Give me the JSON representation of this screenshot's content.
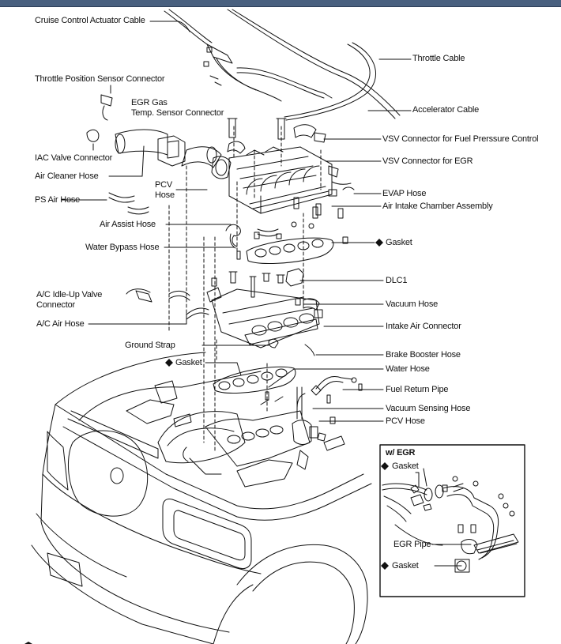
{
  "labels": {
    "cruise_cable": "Cruise Control Actuator Cable",
    "throttle_cable": "Throttle Cable",
    "tps_connector": "Throttle Position Sensor Connector",
    "egr_gas_line1": "EGR Gas",
    "egr_gas_line2": "Temp. Sensor Connector",
    "accel_cable": "Accelerator Cable",
    "iac_connector": "IAC Valve Connector",
    "vsv_fuel": "VSV Connector for Fuel Prerssure Control",
    "air_cleaner_hose": "Air Cleaner Hose",
    "vsv_egr": "VSV Connector for EGR",
    "pcv_hose_top_l1": "PCV",
    "pcv_hose_top_l2": "Hose",
    "evap_hose": "EVAP Hose",
    "ps_air_hose": "PS Air Hose",
    "air_intake_chamber": "Air Intake Chamber Assembly",
    "air_assist_hose": "Air Assist Hose",
    "gasket_upper": "Gasket",
    "water_bypass_hose": "Water Bypass Hose",
    "dlc1": "DLC1",
    "ac_idle_l1": "A/C Idle-Up Valve",
    "ac_idle_l2": "Connector",
    "vacuum_hose": "Vacuum Hose",
    "ac_air_hose": "A/C Air Hose",
    "intake_air_connector": "Intake Air Connector",
    "ground_strap": "Ground Strap",
    "brake_booster_hose": "Brake Booster Hose",
    "gasket_lower": "Gasket",
    "water_hose": "Water Hose",
    "fuel_return_pipe": "Fuel Return Pipe",
    "vacuum_sensing_hose": "Vacuum Sensing Hose",
    "pcv_hose_bottom": "PCV Hose"
  },
  "inset": {
    "title": "w/ EGR",
    "gasket_top": "Gasket",
    "egr_pipe": "EGR Pipe",
    "gasket_bottom": "Gasket"
  },
  "colors": {
    "ink": "#111111",
    "topbar": "#49607f"
  }
}
